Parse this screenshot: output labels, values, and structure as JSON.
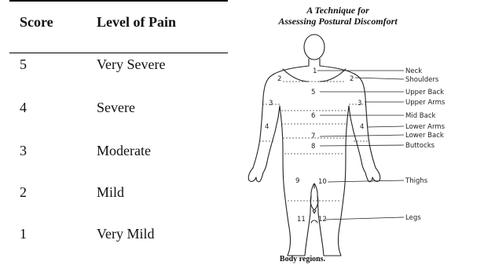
{
  "table": {
    "headers": {
      "score": "Score",
      "level": "Level of Pain"
    },
    "rows": [
      {
        "score": "5",
        "level": "Very Severe"
      },
      {
        "score": "4",
        "level": "Severe"
      },
      {
        "score": "3",
        "level": "Moderate"
      },
      {
        "score": "2",
        "level": "Mild"
      },
      {
        "score": "1",
        "level": "Very Mild"
      }
    ]
  },
  "figure": {
    "title_line1": "A Technique for",
    "title_line2": "Assessing Postural Discomfort",
    "caption": "Body regions.",
    "regions": [
      {
        "num": "1",
        "label": "Neck"
      },
      {
        "num": "2",
        "label": "Shoulders"
      },
      {
        "num": "5",
        "label": "Upper Back"
      },
      {
        "num": "3",
        "label": "Upper Arms"
      },
      {
        "num": "6",
        "label": "Mid Back"
      },
      {
        "num": "4",
        "label": "Lower Arms"
      },
      {
        "num": "7",
        "label": "Lower Back"
      },
      {
        "num": "8",
        "label": "Buttocks"
      },
      {
        "num": "10",
        "label": "Thighs"
      },
      {
        "num": "12",
        "label": "Legs"
      }
    ],
    "extra_numbers": [
      "2",
      "3",
      "4",
      "9",
      "11"
    ]
  }
}
